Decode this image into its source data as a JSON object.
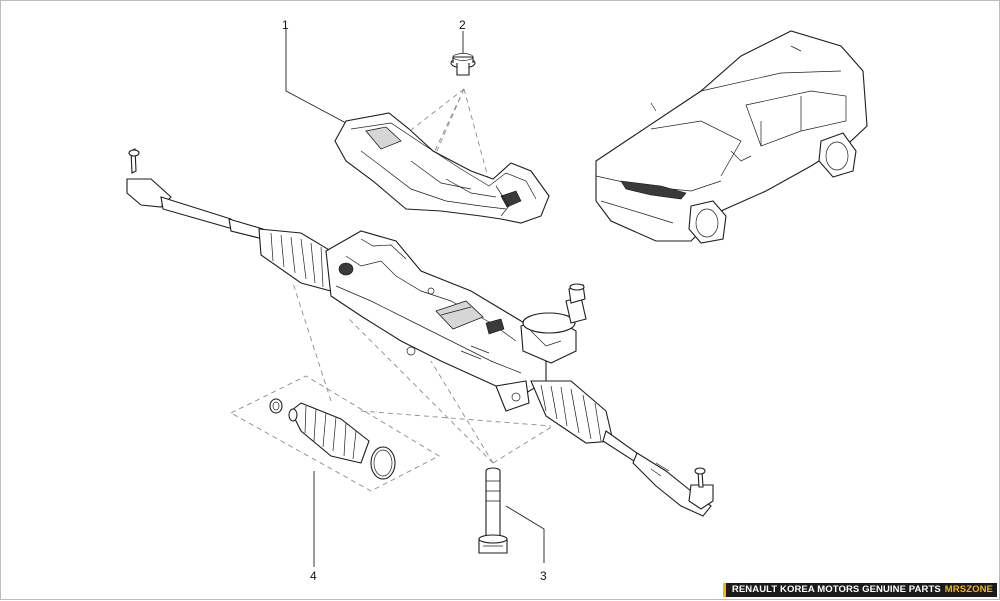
{
  "callouts": {
    "c1": "1",
    "c2": "2",
    "c3": "3",
    "c4": "4"
  },
  "footer": {
    "label": "RENAULT KOREA MOTORS GENUINE PARTS",
    "brand": "MRSZONE",
    "accent": "#f2b51c",
    "background": "#1b1b1b"
  },
  "parts": [
    {
      "callout": "1",
      "icon": "heat-shield-icon"
    },
    {
      "callout": "2",
      "icon": "flange-bolt-icon"
    },
    {
      "callout": "3",
      "icon": "mounting-bolt-icon"
    },
    {
      "callout": "4",
      "icon": "boot-kit-icon"
    }
  ]
}
